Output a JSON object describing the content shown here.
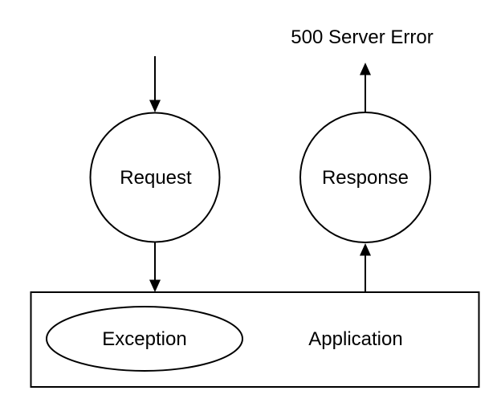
{
  "diagram": {
    "colors": {
      "background": "#ffffff",
      "stroke": "#000000",
      "text": "#000000",
      "arrowhead": "#000000"
    },
    "labels": {
      "error": "500 Server Error",
      "request": "Request",
      "response": "Response",
      "exception": "Exception",
      "application": "Application"
    }
  }
}
